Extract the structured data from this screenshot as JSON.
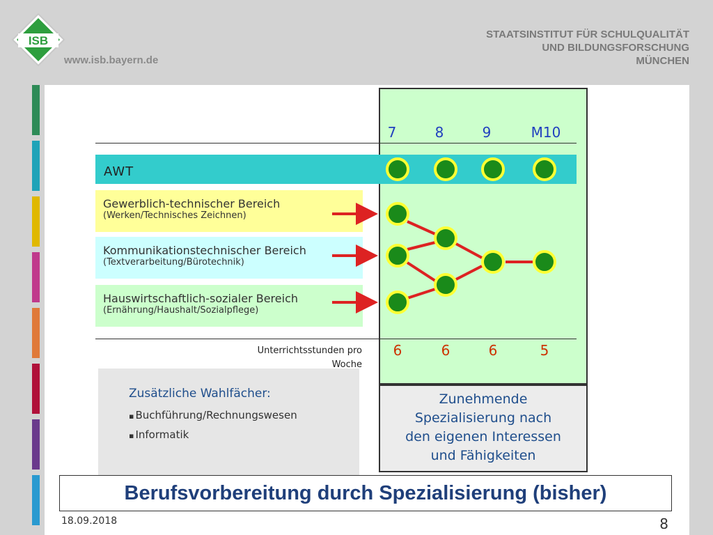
{
  "header": {
    "logo_text": "ISB",
    "url": "www.isb.bayern.de",
    "institute_lines": [
      "STAATSINSTITUT FÜR SCHULQUALITÄT",
      "UND BILDUNGSFORSCHUNG",
      "MÜNCHEN"
    ]
  },
  "strip_colors": [
    "#2e8b57",
    "#1fa3b8",
    "#e0b800",
    "#c03a8c",
    "#e07a3a",
    "#b0103a",
    "#6a3a8c",
    "#2a9ad0"
  ],
  "grades": [
    "7",
    "8",
    "9",
    "M10"
  ],
  "awt": {
    "label": "AWT",
    "color": "#33cccc"
  },
  "areas": [
    {
      "title": "Gewerblich-technischer Bereich",
      "subtitle": "(Werken/Technisches Zeichnen)",
      "color": "#ffff99"
    },
    {
      "title": "Kommunikationstechnischer Bereich",
      "subtitle": "(Textverarbeitung/Bürotechnik)",
      "color": "#ccffff"
    },
    {
      "title": "Hauswirtschaftlich-sozialer Bereich",
      "subtitle": "(Ernährung/Haushalt/Sozialpflege)",
      "color": "#ccffcc"
    }
  ],
  "hours": {
    "label_line1": "Unterrichtsstunden pro",
    "label_line2": "Woche",
    "values": [
      "6",
      "6",
      "6",
      "5"
    ]
  },
  "wahlfaecher": {
    "title": "Zusätzliche Wahlfächer:",
    "items": [
      "Buchführung/Rechnungswesen",
      "Informatik"
    ]
  },
  "spezialisierung": {
    "lines": [
      "Zunehmende",
      "Spezialisierung nach",
      "den eigenen Interessen",
      "und Fähigkeiten"
    ]
  },
  "slide_title": "Berufsvorbereitung durch Spezialisierung (bisher)",
  "footer": {
    "date": "18.09.2018",
    "page": "8"
  },
  "colors": {
    "node_fill": "#1a8a1a",
    "node_ring": "#ffff33",
    "connector": "#dd2222",
    "panel": "#ccffcc"
  }
}
